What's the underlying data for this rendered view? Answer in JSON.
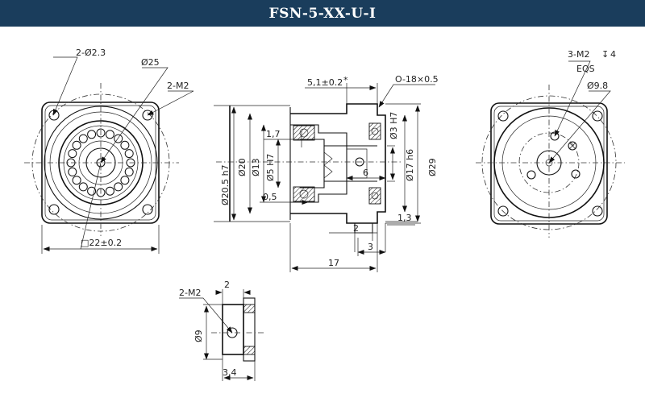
{
  "header": {
    "title": "FSN-5-XX-U-I",
    "background_color": "#1a3d5c",
    "text_color": "#ffffff"
  },
  "front_view": {
    "holes_label": "2-Ø2.3",
    "pcd_label": "Ø25",
    "thread_label": "2-M2",
    "square_label": "□22±0.2"
  },
  "side_view": {
    "shoulder_label": "5,1±0.2",
    "shoulder_mark": "*",
    "oring_label": "O-18×0.5",
    "bore_label": "Ø3 H7",
    "pilot_label": "Ø20.5 h7",
    "body_label": "Ø20",
    "hub_label": "Ø13",
    "shaft_label": "Ø5 H7",
    "output_label": "Ø17 h6",
    "outer_label": "Ø29",
    "dim_1_7": "1,7",
    "dim_6": "6",
    "dim_0_5": "0,5",
    "dim_1_3": "1,3",
    "dim_2": "2",
    "dim_3": "3",
    "dim_17": "17"
  },
  "rear_view": {
    "thread_label": "3-M2",
    "depth_value": "4",
    "eqs_label": "EQS",
    "pcd_label": "Ø9.8"
  },
  "detail_view": {
    "thread_label": "2-M2",
    "top_dim": "2",
    "dia_label": "Ø9",
    "bottom_dim": "3,4"
  }
}
